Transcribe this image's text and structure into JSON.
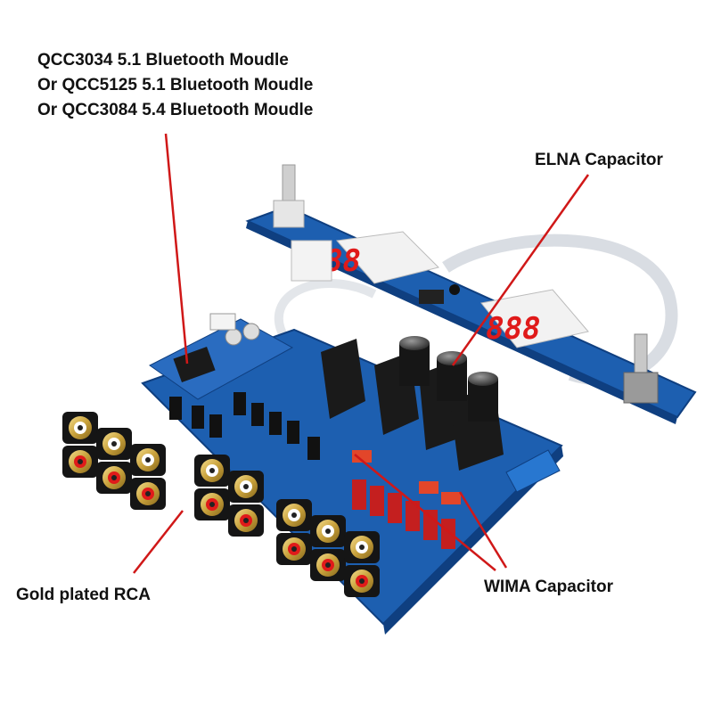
{
  "labels": {
    "bluetooth_lines": [
      "QCC3034 5.1 Bluetooth Moudle",
      "Or QCC5125 5.1 Bluetooth Moudle",
      "Or QCC3084 5.4 Bluetooth Moudle"
    ],
    "elna": "ELNA Capacitor",
    "rca": "Gold plated RCA",
    "wima": "WIMA Capacitor"
  },
  "colors": {
    "pcb_blue": "#1d5fb0",
    "pcb_edge": "#0f3f80",
    "pointer_red": "#d01818",
    "display_red": "#e01a1a",
    "heatsink": "#1a1a1a"
  },
  "icons": [
    "rca-jack-icon",
    "capacitor-icon",
    "seven-segment-display-icon",
    "rotary-encoder-icon"
  ]
}
